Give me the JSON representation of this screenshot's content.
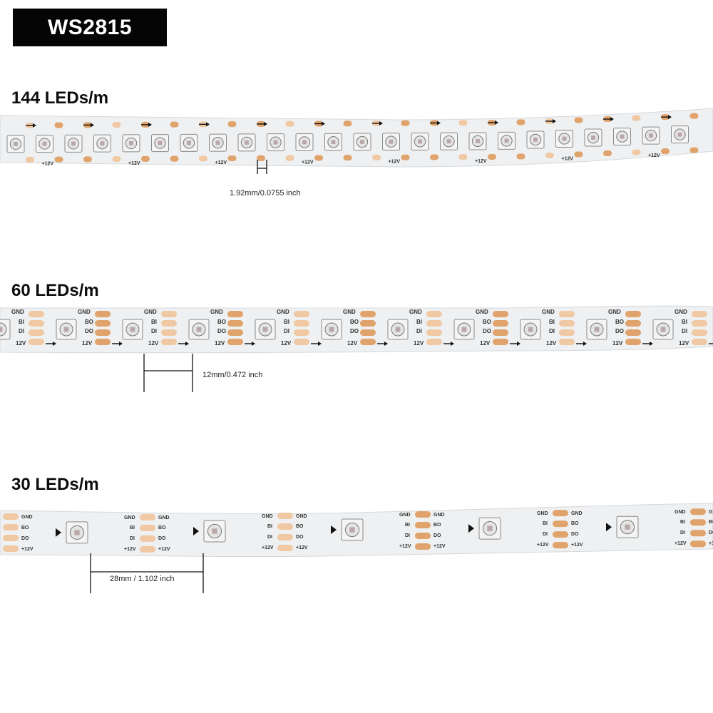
{
  "header": {
    "title": "WS2815"
  },
  "colors": {
    "pad": "#e0a36b",
    "pad_light": "#f0c9a4",
    "pcb": "#eef0f2",
    "led_body": "#f4f4f4",
    "badge_bg": "#050505"
  },
  "icons": [
    "led-chip-icon",
    "arrow-right-icon"
  ],
  "strips": [
    {
      "title": "144 LEDs/m",
      "dimension": "1.92mm/0.0755 inch",
      "pad_labels": [
        "+12V"
      ],
      "led_count_visible": 24
    },
    {
      "title": "60 LEDs/m",
      "dimension": "12mm/0.472 inch",
      "pad_labels": [
        "GND",
        "BI",
        "BO",
        "DI",
        "DO",
        "12V"
      ],
      "led_count_visible": 11
    },
    {
      "title": "30 LEDs/m",
      "dimension": "28mm / 1.102 inch",
      "pad_labels": [
        "GND",
        "BI",
        "BO",
        "DI",
        "DO",
        "+12V"
      ],
      "led_count_visible": 5
    }
  ]
}
